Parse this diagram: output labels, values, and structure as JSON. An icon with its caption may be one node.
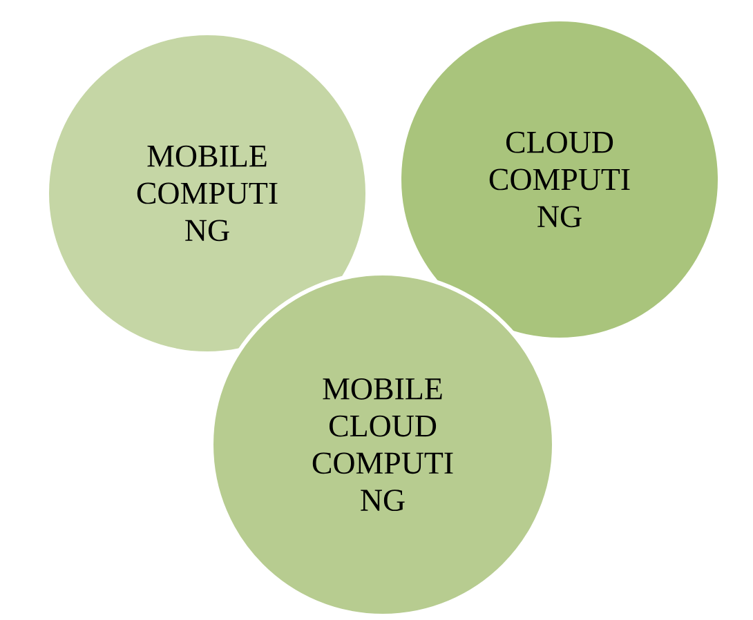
{
  "diagram": {
    "nodes": [
      {
        "text": [
          "MOBILE COMPUTI NG"
        ]
      },
      {
        "text": [
          "CLOUD COMPUTI NG"
        ]
      },
      {
        "text": [
          "MOBILE CLOUD COMPUTI NG"
        ]
      }
    ]
  }
}
